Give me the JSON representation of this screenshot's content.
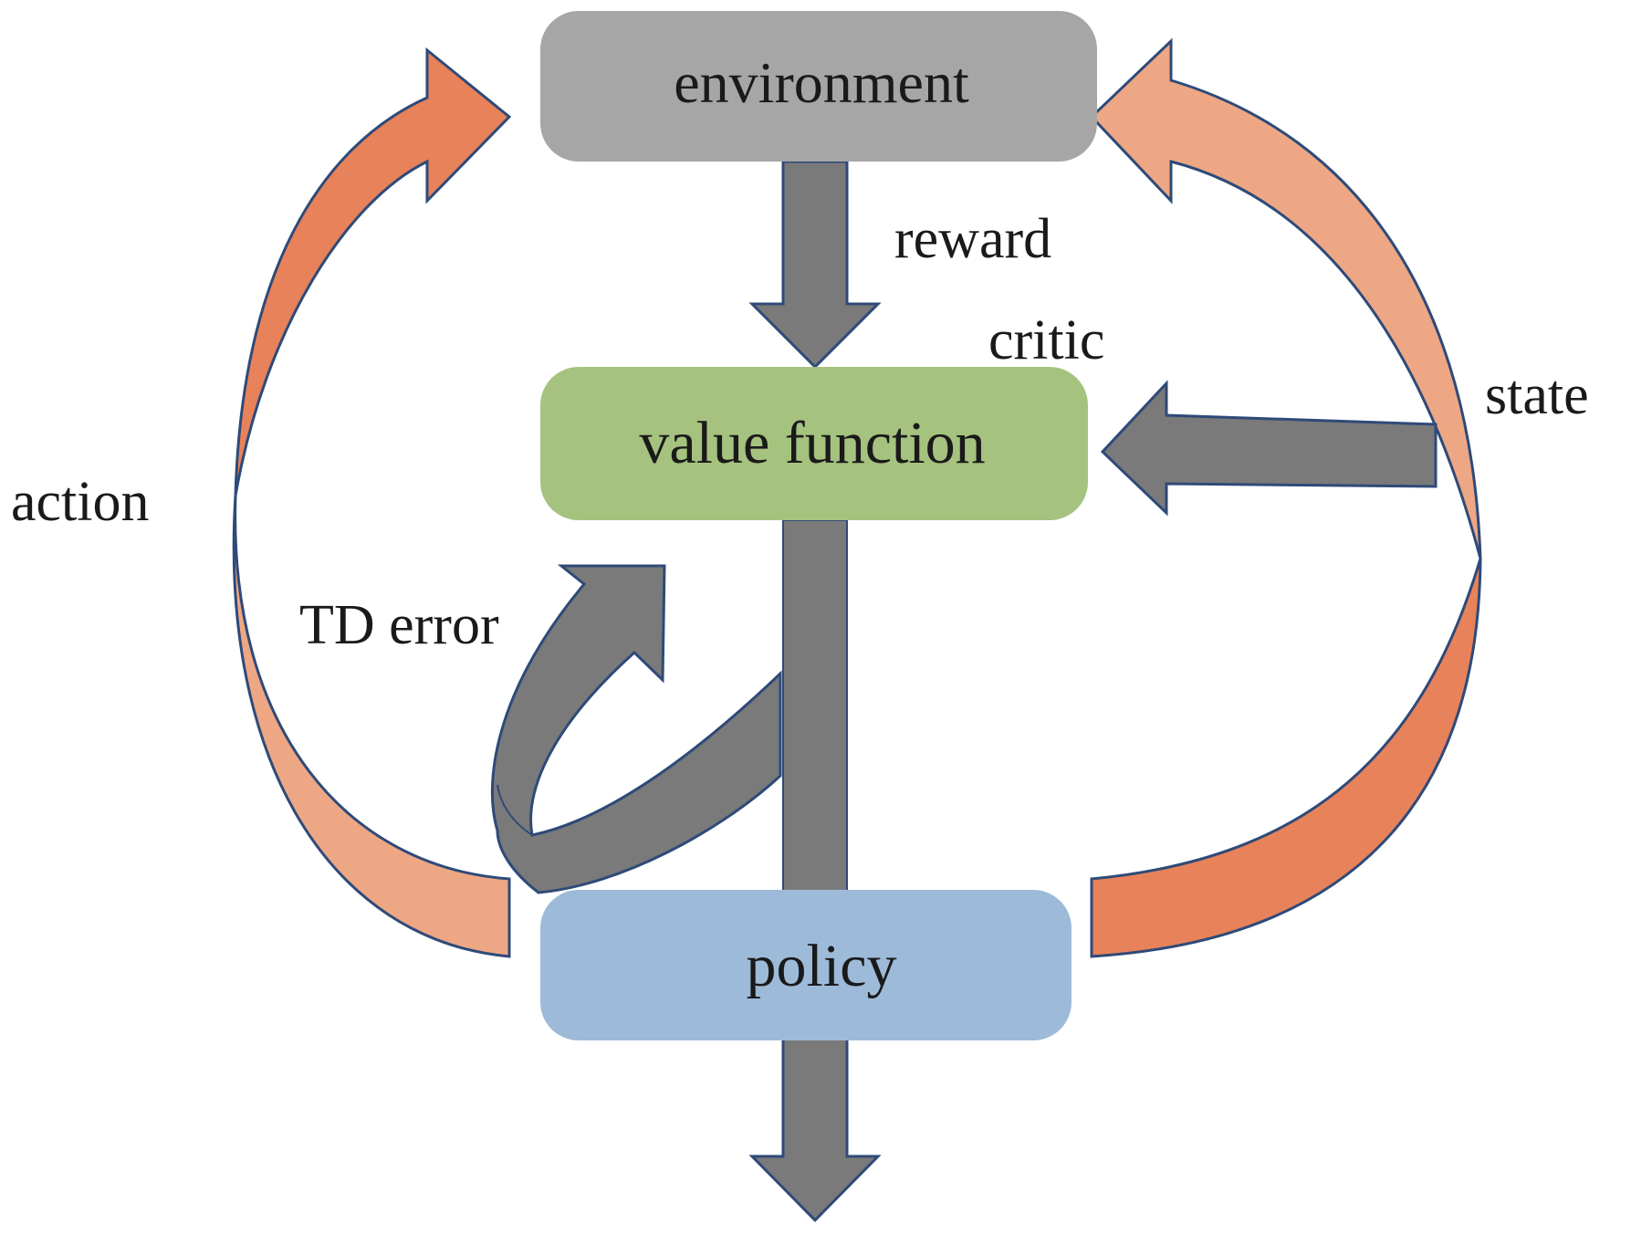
{
  "nodes": {
    "environment": {
      "label": "environment",
      "fill": "#a6a6a6"
    },
    "value_function": {
      "label": "value function",
      "fill": "#a5c27f"
    },
    "policy": {
      "label": "policy",
      "fill": "#9dbbd8"
    }
  },
  "edges": {
    "reward": "reward",
    "critic": "critic",
    "state": "state",
    "action": "action",
    "td_error": "TD error"
  },
  "colors": {
    "gray_arrow": "#7a7a7a",
    "gray_arrow_dark": "#6f6f6f",
    "orange_dark": "#e8825a",
    "orange_light": "#eea784",
    "outline": "#2e4a78"
  }
}
